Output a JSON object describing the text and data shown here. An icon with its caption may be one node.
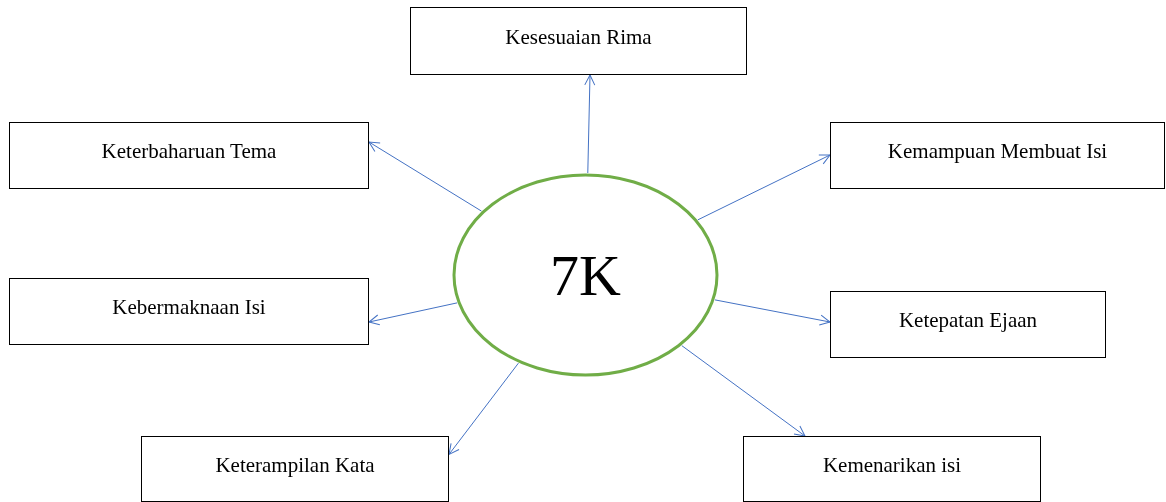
{
  "diagram": {
    "nodes": [
      {
        "text": [
          "7K"
        ]
      },
      {
        "text": [
          "Kesesuaian Rima"
        ]
      },
      {
        "text": [
          "Keterbaharuan Tema"
        ]
      },
      {
        "text": [
          "Kemampuan Membuat Isi"
        ]
      },
      {
        "text": [
          "Kebermaknaan Isi"
        ]
      },
      {
        "text": [
          "Ketepatan Ejaan"
        ]
      },
      {
        "text": [
          "Keterampilan Kata"
        ]
      },
      {
        "text": [
          "Kemenarikan isi"
        ]
      }
    ],
    "edges": [
      {
        "from": 0,
        "to": 1,
        "arrow": "to"
      },
      {
        "from": 0,
        "to": 2,
        "arrow": "to"
      },
      {
        "from": 0,
        "to": 3,
        "arrow": "to"
      },
      {
        "from": 0,
        "to": 4,
        "arrow": "to"
      },
      {
        "from": 0,
        "to": 5,
        "arrow": "to"
      },
      {
        "from": 0,
        "to": 6,
        "arrow": "to"
      },
      {
        "from": 0,
        "to": 7,
        "arrow": "to"
      }
    ]
  }
}
